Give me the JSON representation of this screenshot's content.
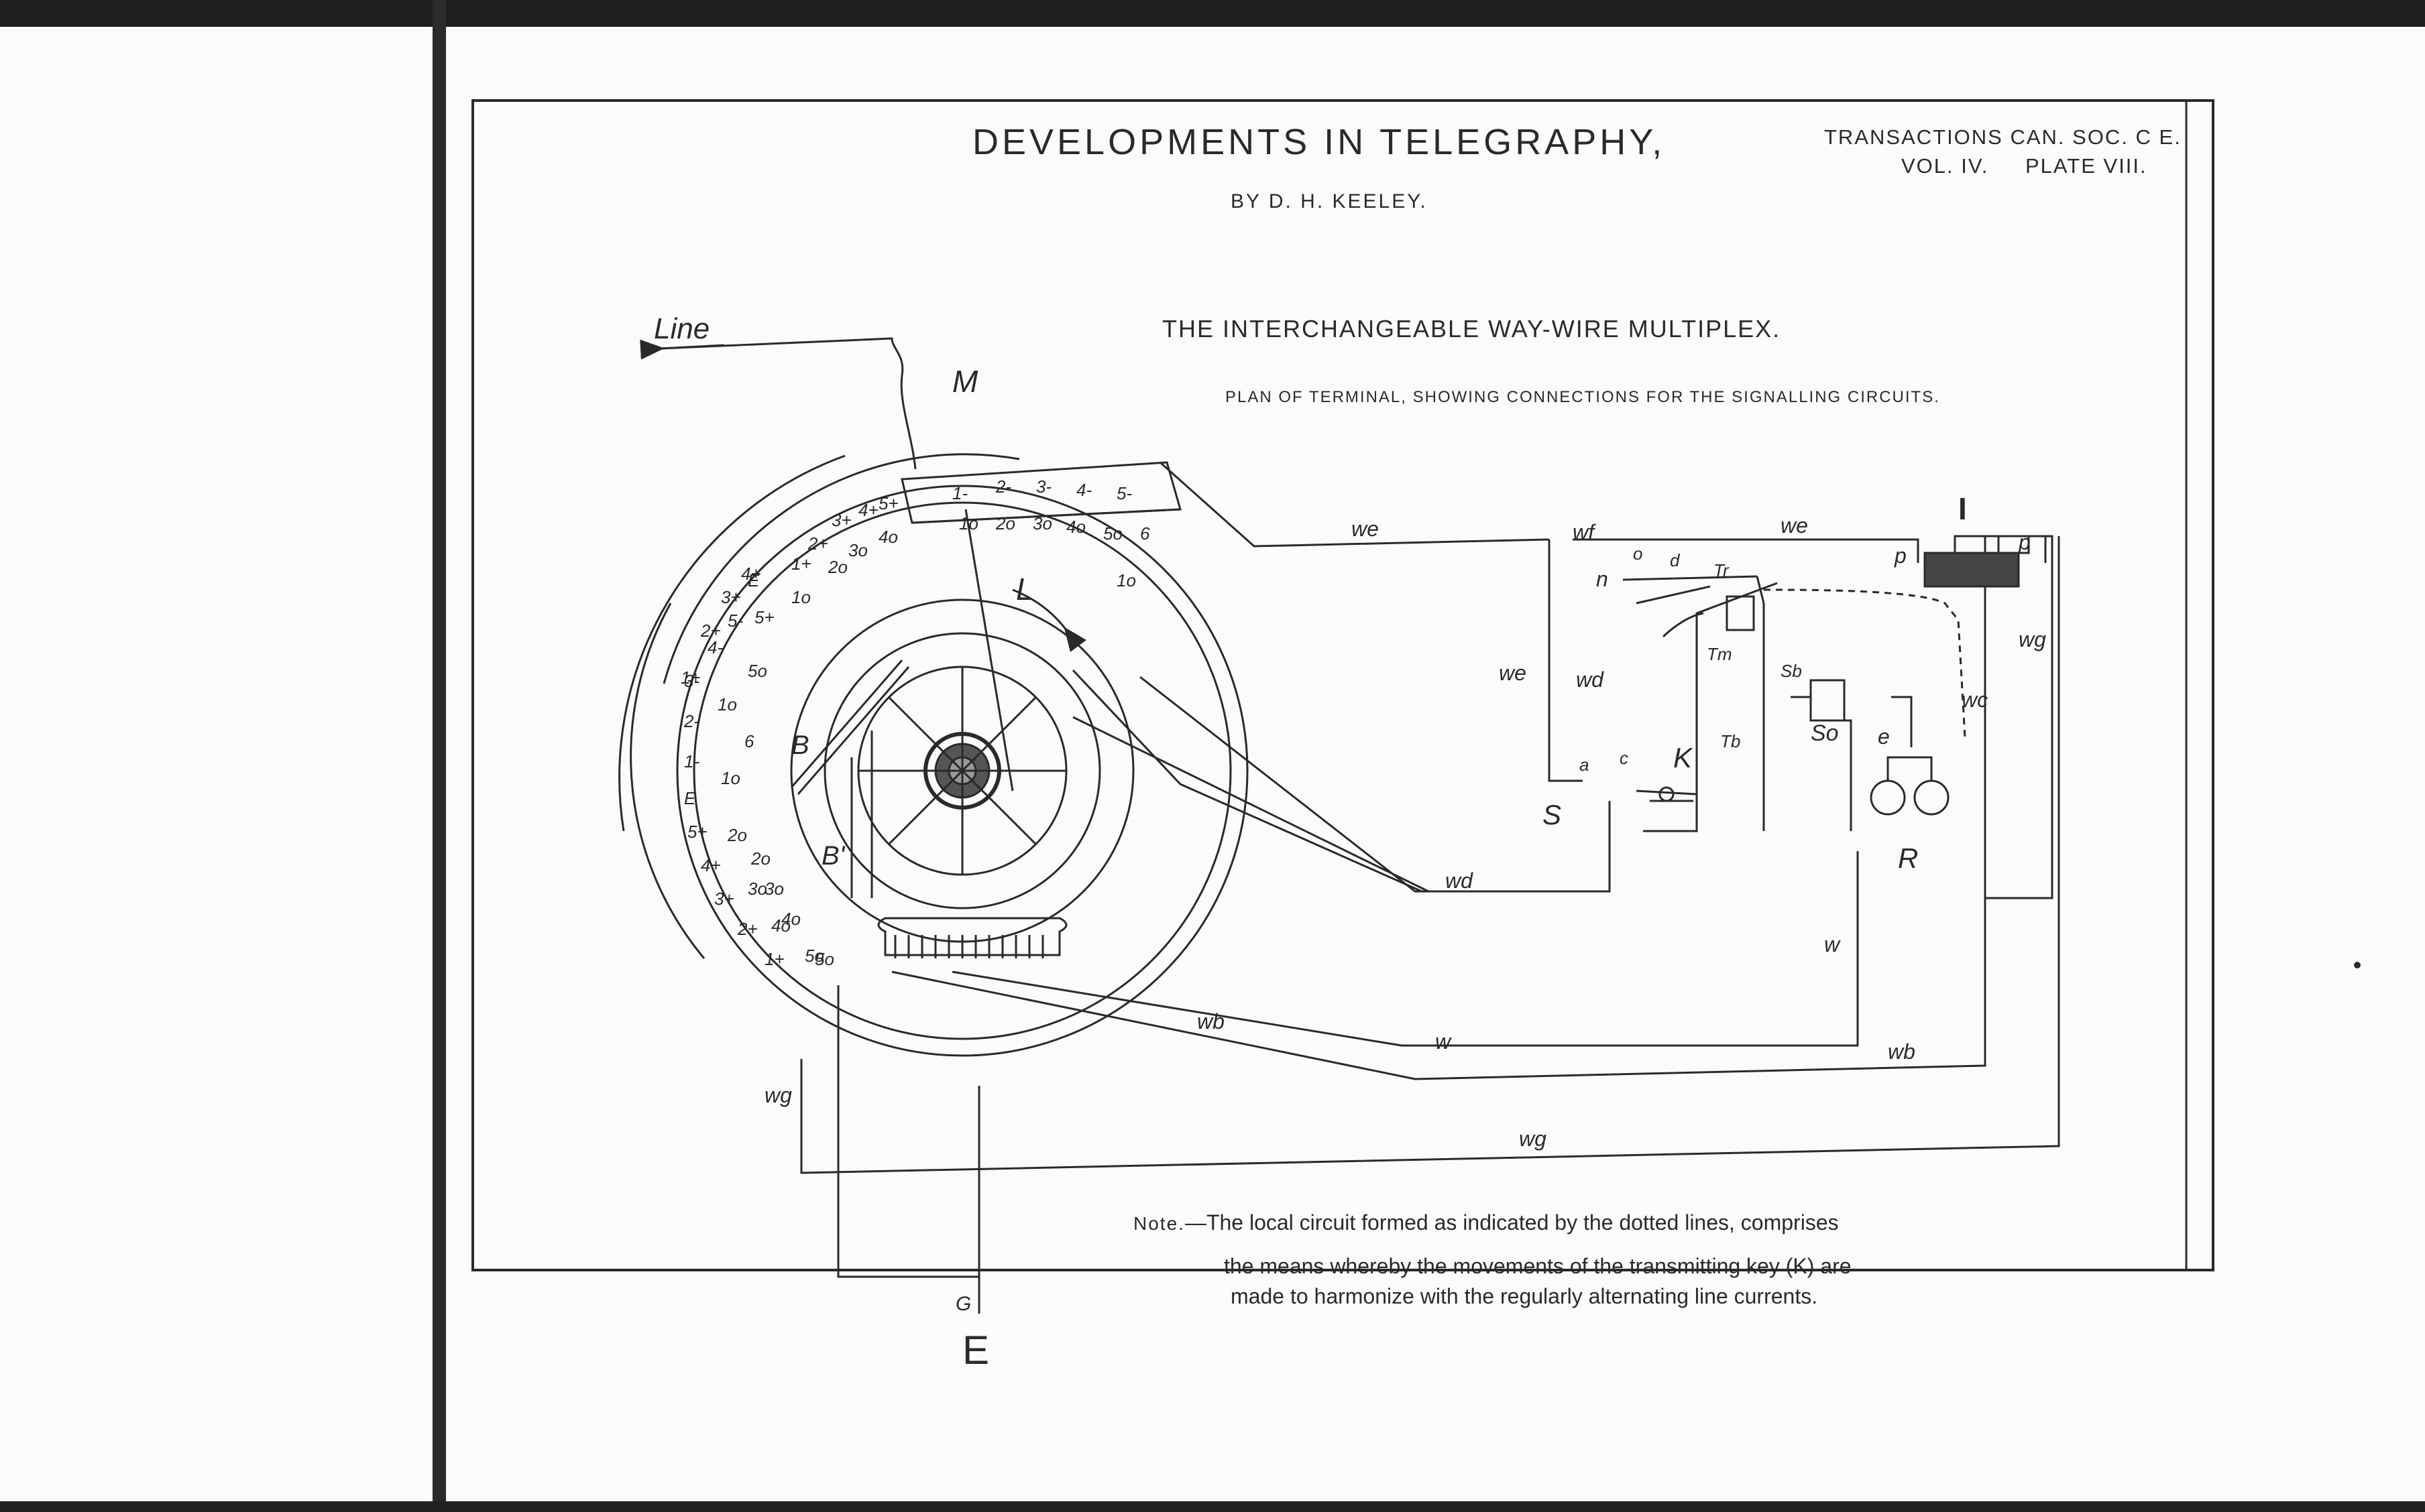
{
  "header": {
    "title": "DEVELOPMENTS IN TELEGRAPHY,",
    "author": "BY D. H. KEELEY.",
    "journal": "TRANSACTIONS CAN. SOC. C E.",
    "volume": "VOL. IV.",
    "plate": "PLATE VIII."
  },
  "diagram": {
    "title": "THE INTERCHANGEABLE WAY-WIRE MULTIPLEX.",
    "subtitle": "PLAN OF TERMINAL, SHOWING CONNECTIONS FOR THE SIGNALLING CIRCUITS."
  },
  "labels": {
    "line": "Line",
    "m": "M",
    "l": "L",
    "b": "B",
    "b_prime": "B'",
    "i": "I",
    "k": "K",
    "s": "S",
    "r": "R",
    "so": "So",
    "sb": "Sb",
    "tm": "Tm",
    "tb": "Tb",
    "tr": "Tr",
    "p_left": "p",
    "p_right": "p",
    "n": "n",
    "o": "o",
    "d": "d",
    "a": "a",
    "c": "c",
    "e": "e",
    "g": "G",
    "earth": "E"
  },
  "wires": {
    "we_top": "we",
    "wf": "wf",
    "we_right": "we",
    "we_left": "we",
    "wd_left": "wd",
    "wd_bottom": "wd",
    "wg_right": "wg",
    "wc": "wc",
    "w_right": "w",
    "w_bottom": "w",
    "wb_left": "wb",
    "wb_right": "wb",
    "wg_left": "wg",
    "wg_bottom": "wg"
  },
  "segments": {
    "outer": [
      "1-",
      "2-",
      "3-",
      "4-",
      "5-",
      "6",
      "1+",
      "2+",
      "3+",
      "4+",
      "5+",
      "E",
      "1-",
      "2-",
      "3-",
      "4-",
      "5-",
      "E",
      "5+",
      "4+",
      "3+",
      "2+",
      "1+"
    ],
    "middle": [
      "1+",
      "2+",
      "3+",
      "4+",
      "5+",
      "1o",
      "2o",
      "3o",
      "4o",
      "5o",
      "1o",
      "2o",
      "3o",
      "4o",
      "5o"
    ],
    "inner": [
      "1o",
      "2o",
      "3o",
      "4o",
      "5o",
      "6",
      "1o",
      "2o",
      "3o",
      "4o",
      "5o",
      "1o"
    ]
  },
  "note": {
    "lead": "Note.",
    "line1": "—The local circuit formed as indicated by the dotted lines, comprises",
    "line2": "the means whereby the movements of the transmitting key (K) are",
    "line3": "made to harmonize with the regularly alternating line currents."
  },
  "colors": {
    "paper": "#fbfbf9",
    "ink": "#2a2a2a",
    "background": "#1e1e1e"
  }
}
